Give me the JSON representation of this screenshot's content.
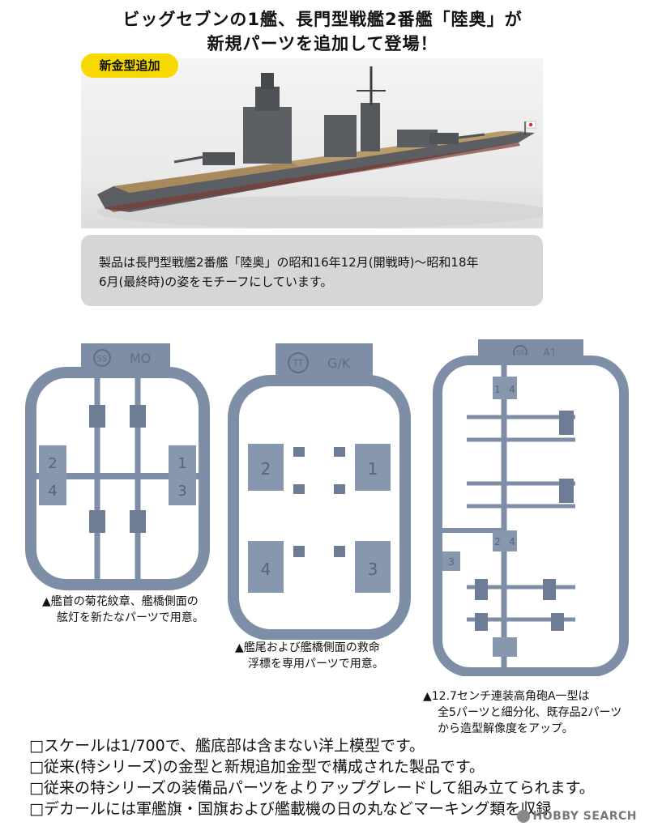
{
  "headline": {
    "line1": "ビッグセブンの1艦、長門型戦艦2番艦「陸奥」が",
    "line2": "新規パーツを追加して登場！"
  },
  "badge": "新金型追加",
  "caption_box": {
    "line1": "製品は長門型戦艦2番艦「陸奥」の昭和16年12月(開戦時)～昭和18年",
    "line2": "6月(最終時)の姿をモチーフにしています。"
  },
  "sprues": {
    "a": {
      "tag": "MO",
      "tag_code": "SS",
      "numbers": [
        "2",
        "4",
        "1",
        "3"
      ]
    },
    "b": {
      "tag": "G/K",
      "tag_code": "TT",
      "numbers": [
        "2",
        "1",
        "4",
        "3"
      ]
    },
    "c": {
      "tag": "A1",
      "tag_code": "SS",
      "numbers": [
        "1",
        "4",
        "2",
        "4",
        "3"
      ]
    }
  },
  "captions": {
    "a": [
      "▲艦首の菊花紋章、艦橋側面の",
      "舷灯を新たなパーツで用意。"
    ],
    "b": [
      "▲艦尾および艦橋側面の救命",
      "浮標を専用パーツで用意。"
    ],
    "c": [
      "▲12.7センチ連装高角砲A一型は",
      "全5パーツと細分化、既存品2パーツ",
      "から造型解像度をアップ。"
    ]
  },
  "specs": [
    "□スケールは1/700で、艦底部は含まない洋上模型です。",
    "□従来(特シリーズ)の金型と新規追加金型で構成された製品です。",
    "□従来の特シリーズの装備品パーツをよりアップグレードして組み立てられます。",
    "□デカールには軍艦旗・国旗および艦載機の日の丸などマーキング類を収録"
  ],
  "watermark": "HOBBY SEARCH",
  "colors": {
    "sprue": "#7d8ea6",
    "sprue_dark": "#5f6f86",
    "badge": "#f7d900",
    "caption_bg": "#d6d6d6"
  }
}
